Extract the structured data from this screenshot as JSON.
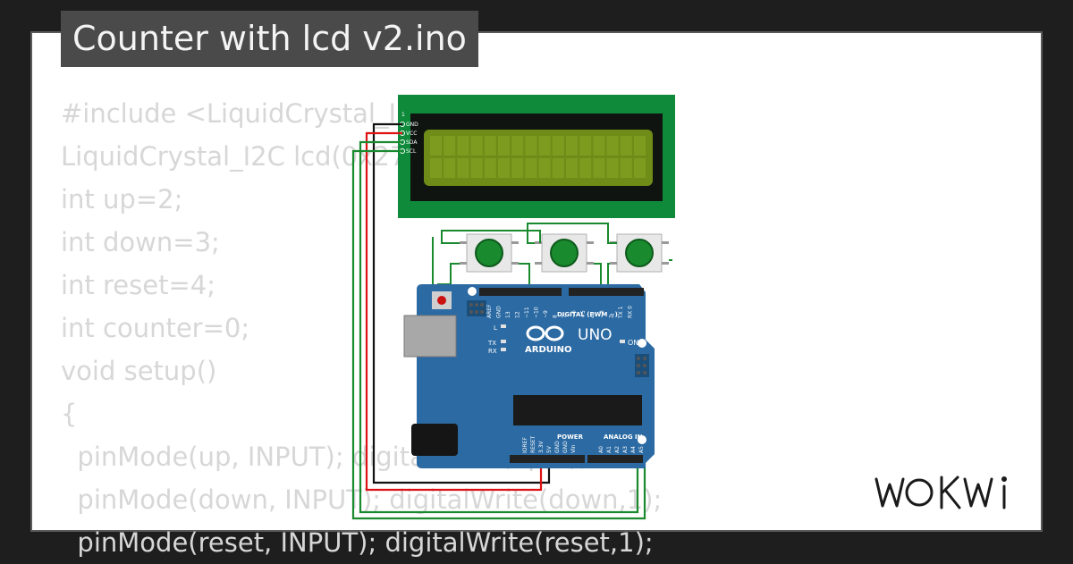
{
  "title": "Counter with lcd v2.ino",
  "code_lines": [
    "#include <LiquidCrystal_I2C.h>",
    "LiquidCrystal_I2C lcd(0x27,16,2);",
    "int up=2;",
    "int down=3;",
    "int reset=4;",
    "int counter=0;",
    "void setup()",
    "{",
    "  pinMode(up, INPUT); digitalWrite(up,1);",
    "  pinMode(down, INPUT); digitalWrite(down,1);",
    "  pinMode(reset, INPUT); digitalWrite(reset,1);"
  ],
  "lcd": {
    "pins": [
      "GND",
      "VCC",
      "SDA",
      "SCL"
    ]
  },
  "arduino": {
    "model": "UNO",
    "brand": "ARDUINO",
    "digital_label": "DIGITAL (PWM ~)",
    "power_label": "POWER",
    "analog_label": "ANALOG IN",
    "on_label": "ON",
    "led_labels": [
      "L",
      "TX",
      "RX"
    ],
    "top_pins": [
      "AREF",
      "GND",
      "13",
      "12",
      "~11",
      "~10",
      "~9",
      "8",
      "7",
      "~6",
      "~5",
      "4",
      "~3",
      "2",
      "TX 1",
      "RX 0"
    ],
    "power_pins": [
      "IOREF",
      "RESET",
      "3.3V",
      "5V",
      "GND",
      "GND",
      "Vin"
    ],
    "analog_pins": [
      "A0",
      "A1",
      "A2",
      "A3",
      "A4",
      "A5"
    ]
  },
  "colors": {
    "pcb": "#2b6aa3",
    "lcd_board": "#0e8a3a",
    "lcd_screen": "#6e8c17",
    "button": "#1a8a2e"
  },
  "logo": "WOKWi"
}
